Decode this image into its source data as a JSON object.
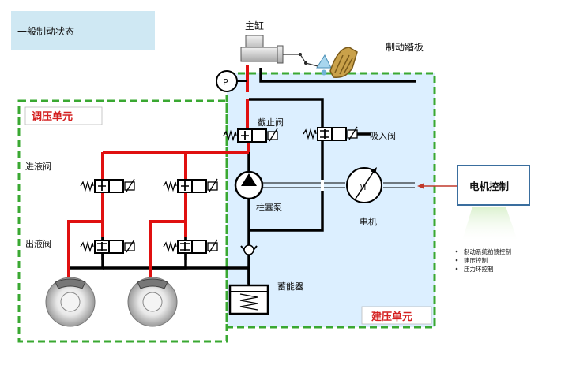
{
  "state_title": "一般制动状态",
  "labels": {
    "master_cylinder": "主缸",
    "brake_pedal": "制动踏板",
    "pressure_sensor": "P",
    "pressure_regulating_unit": "调压单元",
    "cutoff_valve": "截止阀",
    "suction_valve": "吸入阀",
    "inlet_valve": "进液阀",
    "outlet_valve": "出液阀",
    "plunger_pump": "柱塞泵",
    "motor": "电机",
    "motor_symbol": "M",
    "accumulator": "蓄能器",
    "pressure_build_unit": "建压单元",
    "motor_control": "电机控制"
  },
  "motor_control_items": [
    "制动系统前馈控制",
    "建压控制",
    "压力环控制"
  ],
  "colors": {
    "red_line": "#e01010",
    "black_line": "#000000",
    "green_dash": "#3aa832",
    "build_unit_fill": "#dcefff",
    "title_box_fill": "#cfe8f3",
    "control_glow": "#e6f4dd",
    "text_red": "#d42020"
  }
}
